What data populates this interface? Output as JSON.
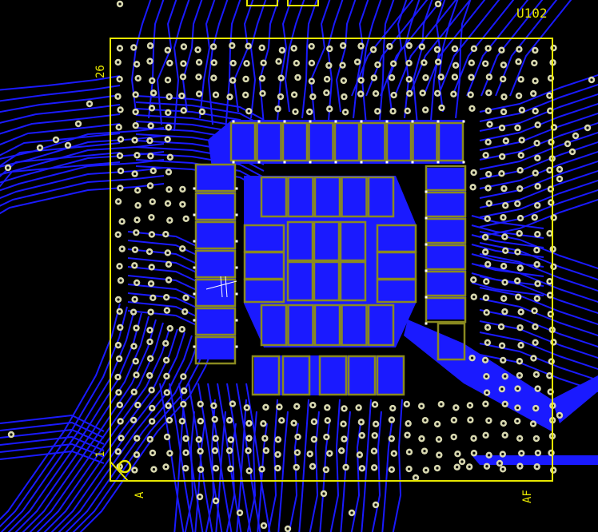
{
  "component": {
    "designator": "U102",
    "pin_1_label": "1",
    "last_pin_label": "26",
    "row_first_label": "A",
    "row_last_label": "AF"
  },
  "colors": {
    "background": "#000000",
    "trace": "#1a1aff",
    "silkscreen": "#e8e800",
    "pad_outline": "#8a8a20",
    "via_ring": "#d8d8b0",
    "via_hole": "#000000"
  },
  "layers": [
    "top-copper",
    "silkscreen",
    "vias",
    "thermal-pads"
  ]
}
